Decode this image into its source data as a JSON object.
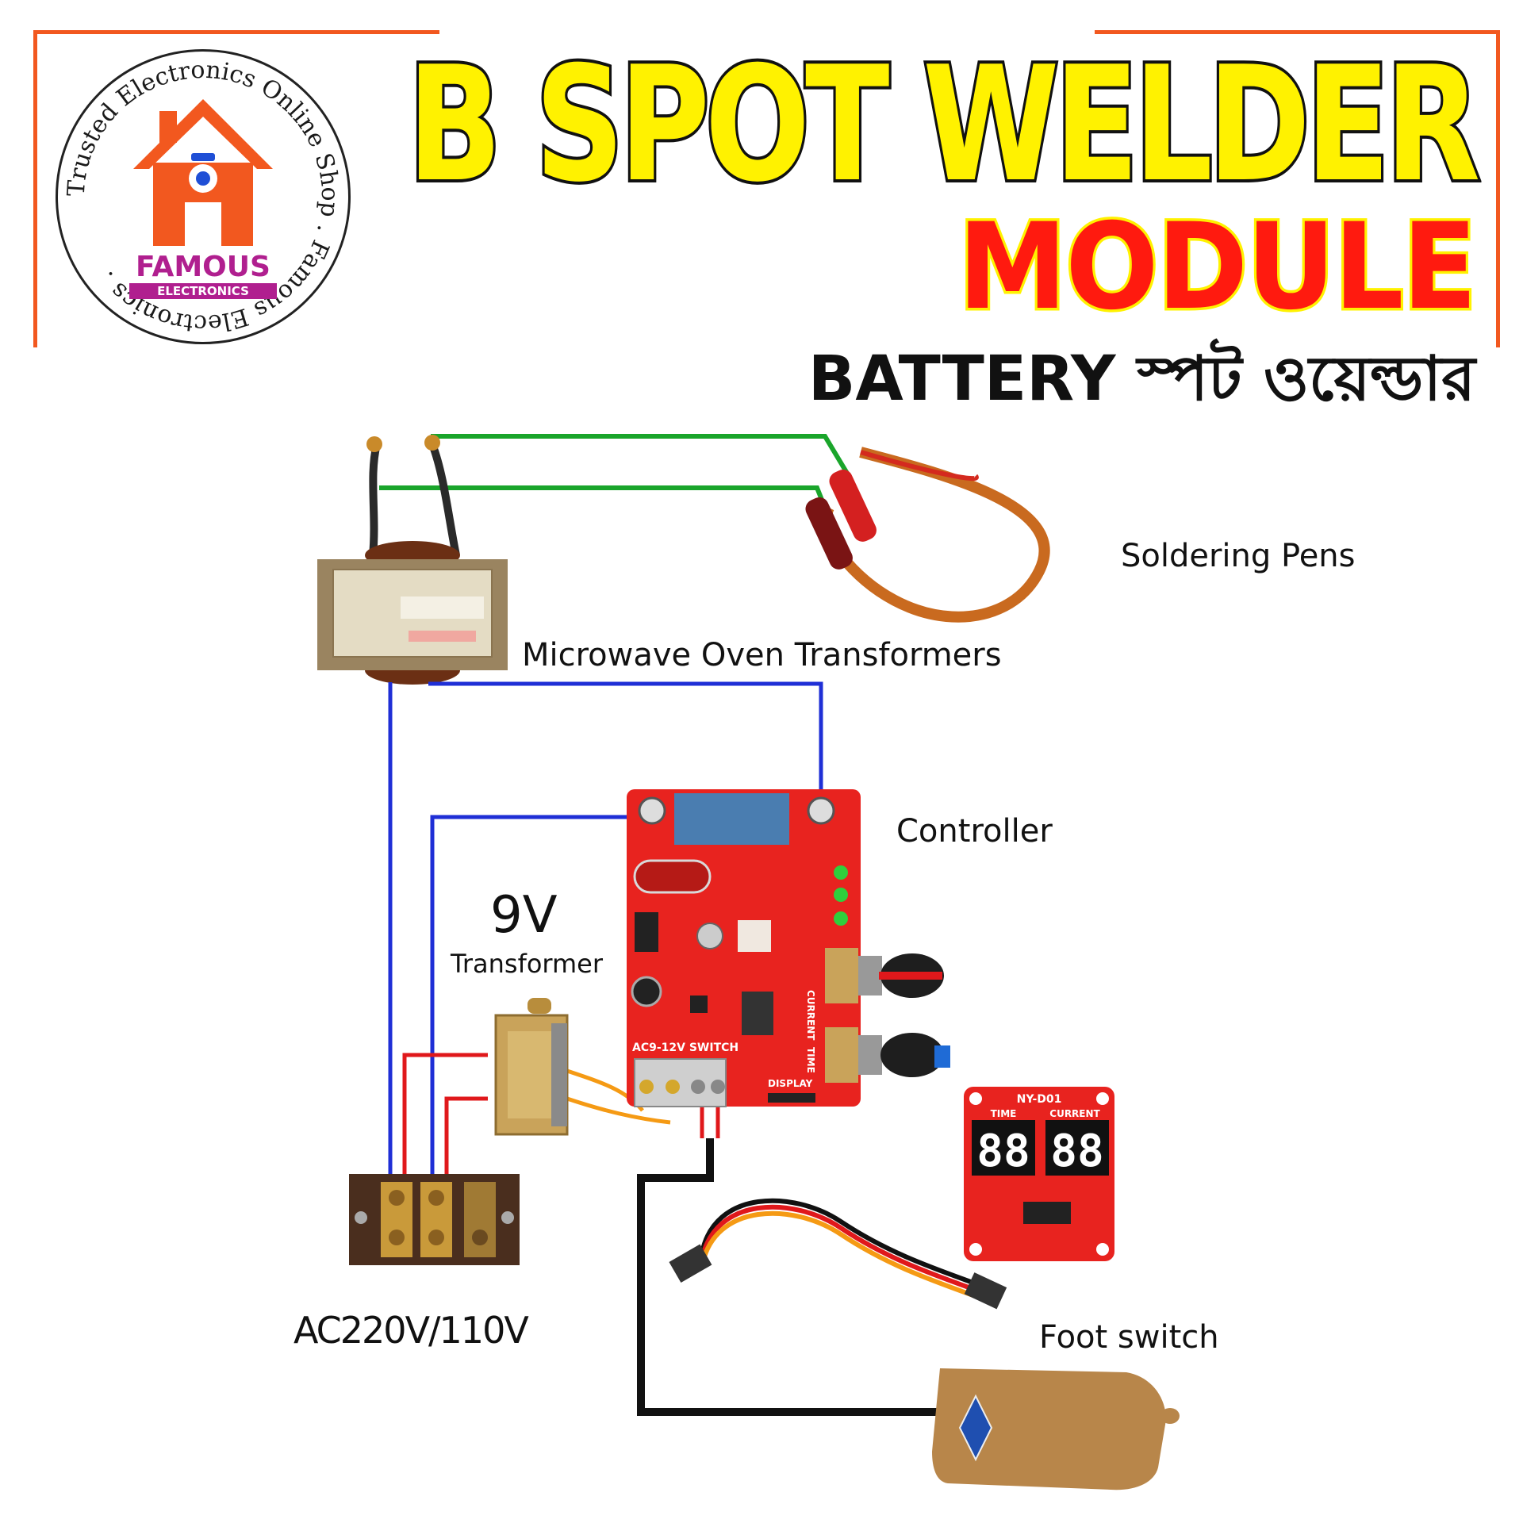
{
  "brand": {
    "ring_text": "Trusted Electronics Online Shop . Famous Electronics .",
    "name": "FAMOUS",
    "tagline": "ELECTRONICS"
  },
  "header": {
    "title": "B SPOT WELDER",
    "module": "MODULE",
    "subtitle": "BATTERY স্পট ওয়েল্ডার"
  },
  "labels": {
    "soldering_pens": "Soldering Pens",
    "microwave_transformers": "Microwave Oven Transformers",
    "controller": "Controller",
    "voltage_9v": "9V",
    "transformer_9v": "Transformer",
    "ac_input": "AC220V/110V",
    "foot_switch": "Foot switch"
  },
  "board": {
    "terminal_text": "AC9-12V SWITCH",
    "pot_current": "CURRENT",
    "pot_time": "TIME",
    "display_port": "DISPLAY"
  },
  "display": {
    "model": "NY-D01",
    "time_label": "TIME",
    "current_label": "CURRENT",
    "time_value": "88",
    "current_value": "88"
  },
  "colors": {
    "frame": "#f2581f",
    "title_fill": "#fff200",
    "module_fill": "#ff1a0f",
    "wire_green": "#1aa52b",
    "wire_blue": "#1f2fd6",
    "wire_red": "#e0181b",
    "wire_black": "#111111",
    "wire_orange": "#f59a14",
    "board_red": "#e8231f"
  }
}
